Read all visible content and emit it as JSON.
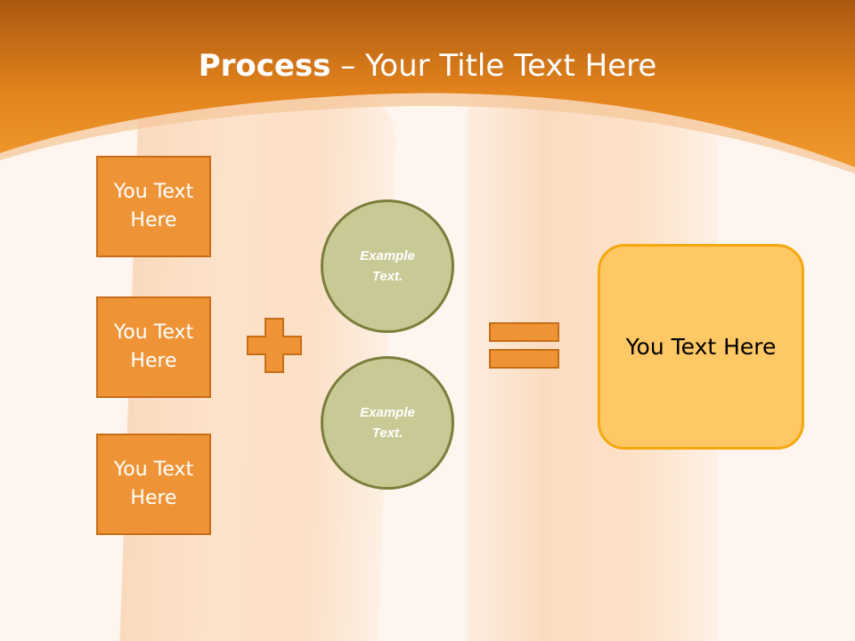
{
  "title": {
    "bold": "Process",
    "rest": " – Your Title Text Here"
  },
  "inputs": [
    {
      "label": "You Text Here"
    },
    {
      "label": "You Text Here"
    },
    {
      "label": "You Text Here"
    }
  ],
  "examples": [
    {
      "label": "Example Text."
    },
    {
      "label": "Example Text."
    }
  ],
  "result": {
    "label": "You Text Here"
  },
  "icons": {
    "operator_1": "plus-icon",
    "operator_2": "equals-icon"
  },
  "colors": {
    "header": "#ea8c22",
    "box_fill": "#ee9437",
    "box_border": "#c76d18",
    "circle_fill": "#c9c996",
    "circle_border": "#7c7e3c",
    "result_fill": "#fec864",
    "result_border": "#f5a80f"
  }
}
